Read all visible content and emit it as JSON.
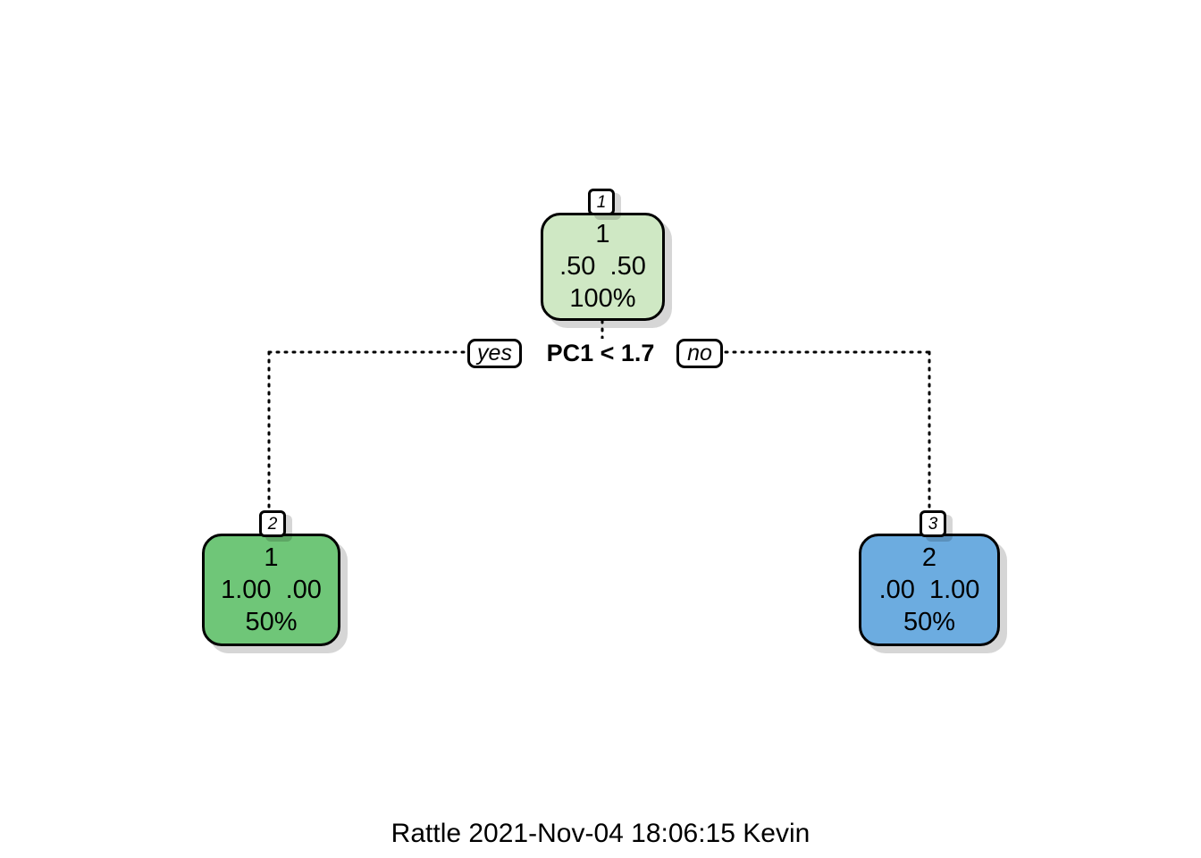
{
  "figure": {
    "type": "decision-tree",
    "background": "#ffffff",
    "caption": "Rattle 2021-Nov-04 18:06:15 Kevin"
  },
  "split": {
    "rule": "PC1 < 1.7",
    "variable": "PC1",
    "operator": "<",
    "threshold": "1.7",
    "yes_label": "yes",
    "no_label": "no"
  },
  "nodes": [
    {
      "tag": "1",
      "role": "root",
      "predicted_class": "1",
      "probabilities": ".50  .50",
      "prob_values": [
        0.5,
        0.5
      ],
      "percent": "100%",
      "fill": "#cfe8c4",
      "border": "#000000"
    },
    {
      "tag": "2",
      "role": "leaf-left",
      "predicted_class": "1",
      "probabilities": "1.00  .00",
      "prob_values": [
        1.0,
        0.0
      ],
      "percent": "50%",
      "fill": "#6fc678",
      "border": "#000000"
    },
    {
      "tag": "3",
      "role": "leaf-right",
      "predicted_class": "2",
      "probabilities": ".00  1.00",
      "prob_values": [
        0.0,
        1.0
      ],
      "percent": "50%",
      "fill": "#6cace0",
      "border": "#000000"
    }
  ],
  "edges": {
    "style": "dotted",
    "color": "#000000",
    "left_branch": "yes",
    "right_branch": "no"
  }
}
